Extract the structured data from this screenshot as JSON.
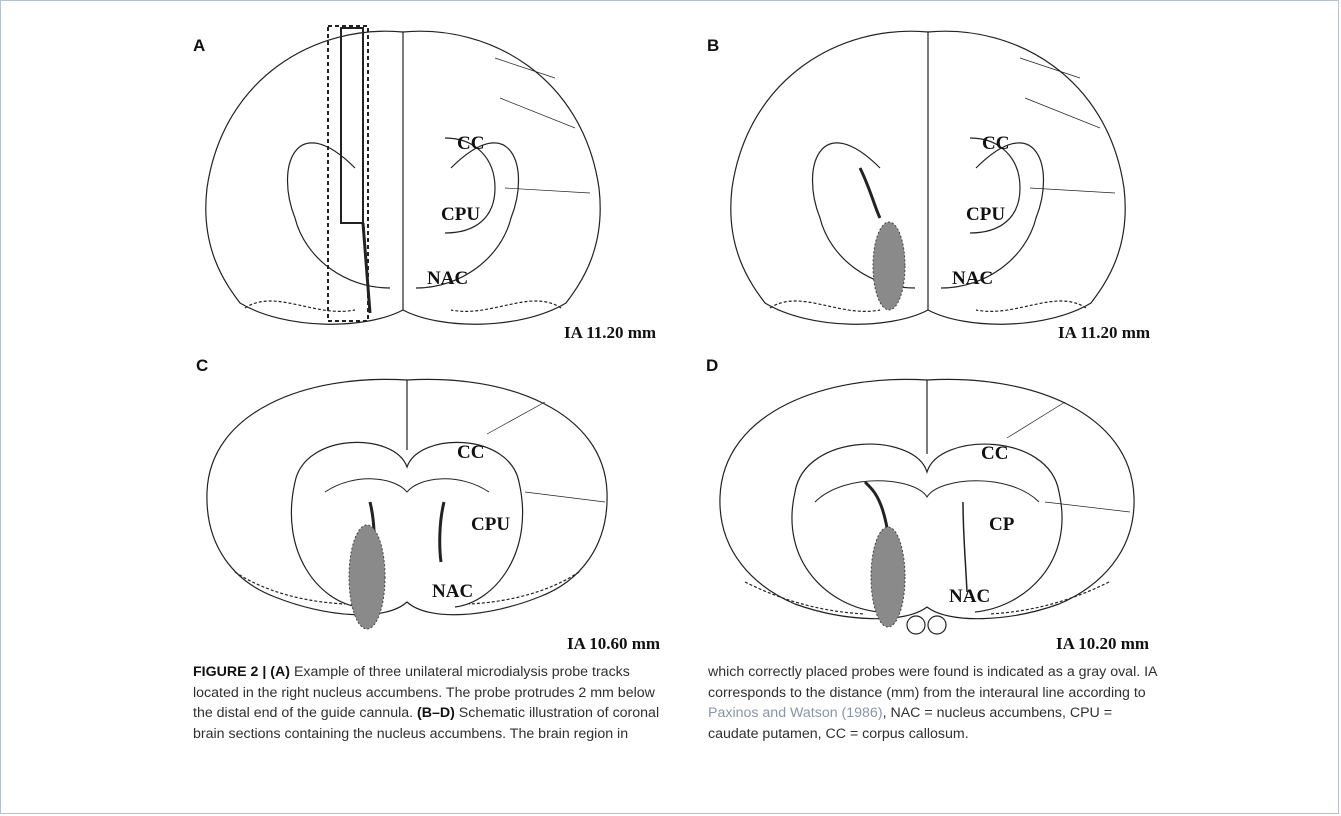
{
  "panels": [
    {
      "letter": "A",
      "ia": "IA 11.20 mm",
      "regions": [
        "CC",
        "CPU",
        "NAC"
      ]
    },
    {
      "letter": "B",
      "ia": "IA 11.20 mm",
      "regions": [
        "CC",
        "CPU",
        "NAC"
      ]
    },
    {
      "letter": "C",
      "ia": "IA 10.60 mm",
      "regions": [
        "CC",
        "CPU",
        "NAC"
      ]
    },
    {
      "letter": "D",
      "ia": "IA 10.20 mm",
      "regions": [
        "CC",
        "CP",
        "NAC"
      ]
    }
  ],
  "caption": {
    "figure_label": "FIGURE 2 | ",
    "part_a_label": "(A)",
    "part_a_text": " Example of three unilateral microdialysis probe tracks located in the right nucleus accumbens. The probe protrudes 2 mm below the distal end of the guide cannula. ",
    "part_bd_label": "(B–D)",
    "part_bd_text": " Schematic illustration of coronal brain sections containing the nucleus accumbens. The brain region in ",
    "col2_text": "which correctly placed probes were found is indicated as a gray oval. IA corresponds to the distance (mm) from the interaural line according to ",
    "citation": "Paxinos and Watson (1986)",
    "col2_tail": ", NAC = nucleus accumbens, CPU = caudate putamen, CC = corpus callosum."
  },
  "colors": {
    "frame": "#b9c2cc",
    "citation": "#8a96a6",
    "text": "#2f2f2f"
  }
}
